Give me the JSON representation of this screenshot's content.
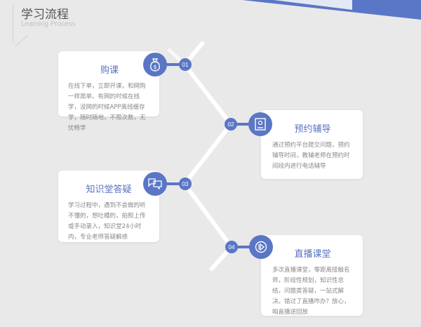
{
  "header": {
    "title": "学习流程",
    "subtitle": "Learning Process"
  },
  "accent": "#5a76c6",
  "steps": [
    {
      "num": "01",
      "icon": "money-bag-icon",
      "title": "购课",
      "text": "在线下单，立即开课，和网购一样简单。有网的时候在线学，没网的时候APP离线缓存学，随时随地，不限次数，无忧畅学"
    },
    {
      "num": "02",
      "icon": "id-card-icon",
      "title": "预约辅导",
      "text": "通过预约平台提交问题，预约辅导时间，教辅老师在预约时间段内进行电话辅导"
    },
    {
      "num": "03",
      "icon": "chat-icon",
      "title": "知识堂答疑",
      "text": "学习过程中，遇到不会做的听不懂的，想吐槽的，拍照上传或手动录入，知识堂24小时内，专业老师答疑解惑"
    },
    {
      "num": "04",
      "icon": "play-icon",
      "title": "直播课堂",
      "text": "多次直播课堂，零距离接触名师，阶段性规划，知识性总结，问题类答疑，一站式解决。错过了直播咋办？放心，咱直播送回放"
    }
  ]
}
